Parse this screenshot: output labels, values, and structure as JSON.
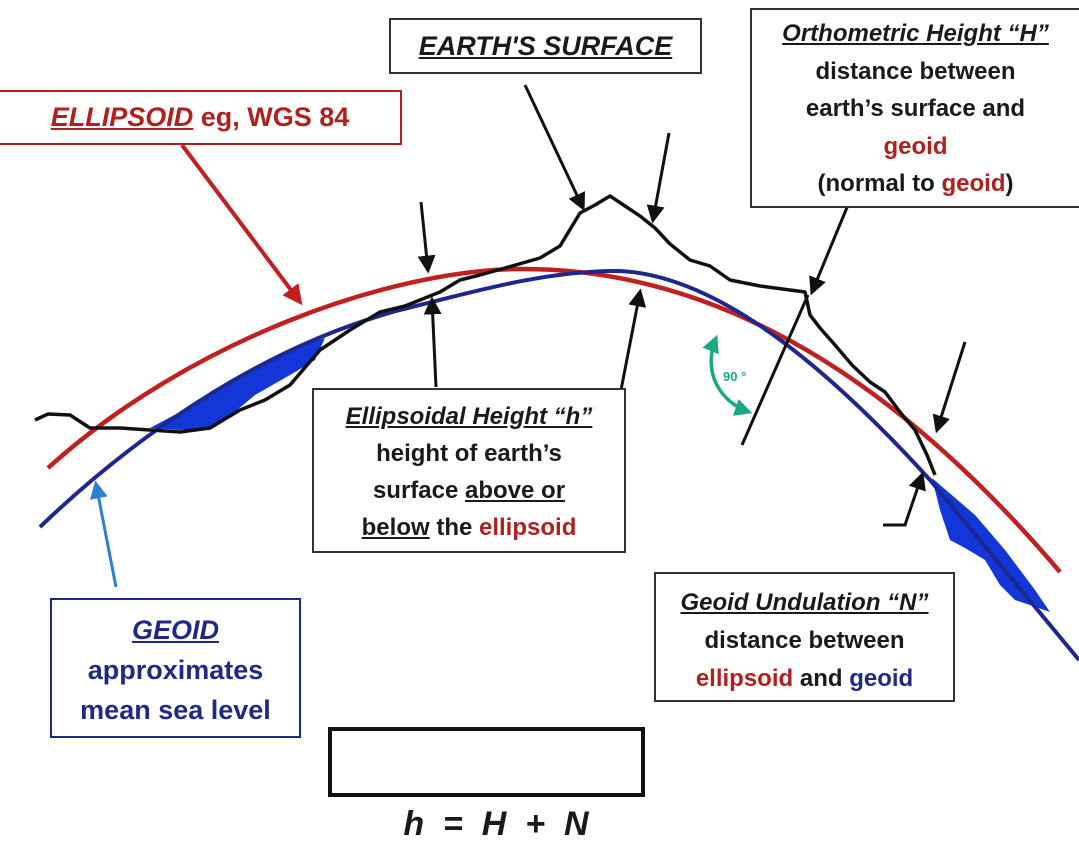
{
  "colors": {
    "ellipsoid": "#c0201f",
    "geoid": "#1e2690",
    "geoid_fill": "#1236d8",
    "surface": "#111111",
    "right_angle_arrow": "#1aa885",
    "geoid_pointer": "#2d7fd6"
  },
  "labels": {
    "earth_surface": "EARTH'S SURFACE",
    "ellipsoid": {
      "title": "ELLIPSOID",
      "rest": " eg, WGS 84"
    },
    "orthometric": {
      "title": "Orthometric Height “H”",
      "line1": "distance between",
      "line2": "earth’s surface and",
      "line3": "geoid",
      "line4_pre": "(normal to ",
      "line4_red": "geoid",
      "line4_post": ")"
    },
    "ellipsoidal": {
      "title": "Ellipsoidal Height “h”",
      "line1": "height of earth’s",
      "line2_pre": "surface ",
      "line2_u": "above or",
      "line3_u": "below",
      "line3_mid": " the ",
      "line3_red": "ellipsoid"
    },
    "geoid": {
      "title": "GEOID",
      "line1": "approximates",
      "line2": "mean sea level"
    },
    "undulation": {
      "title": "Geoid Undulation “N”",
      "line1": "distance between",
      "line2_red": "ellipsoid",
      "line2_mid": " and ",
      "line2_navy": "geoid"
    },
    "angle": "90 °",
    "formula": "h  =  H  +  N"
  }
}
